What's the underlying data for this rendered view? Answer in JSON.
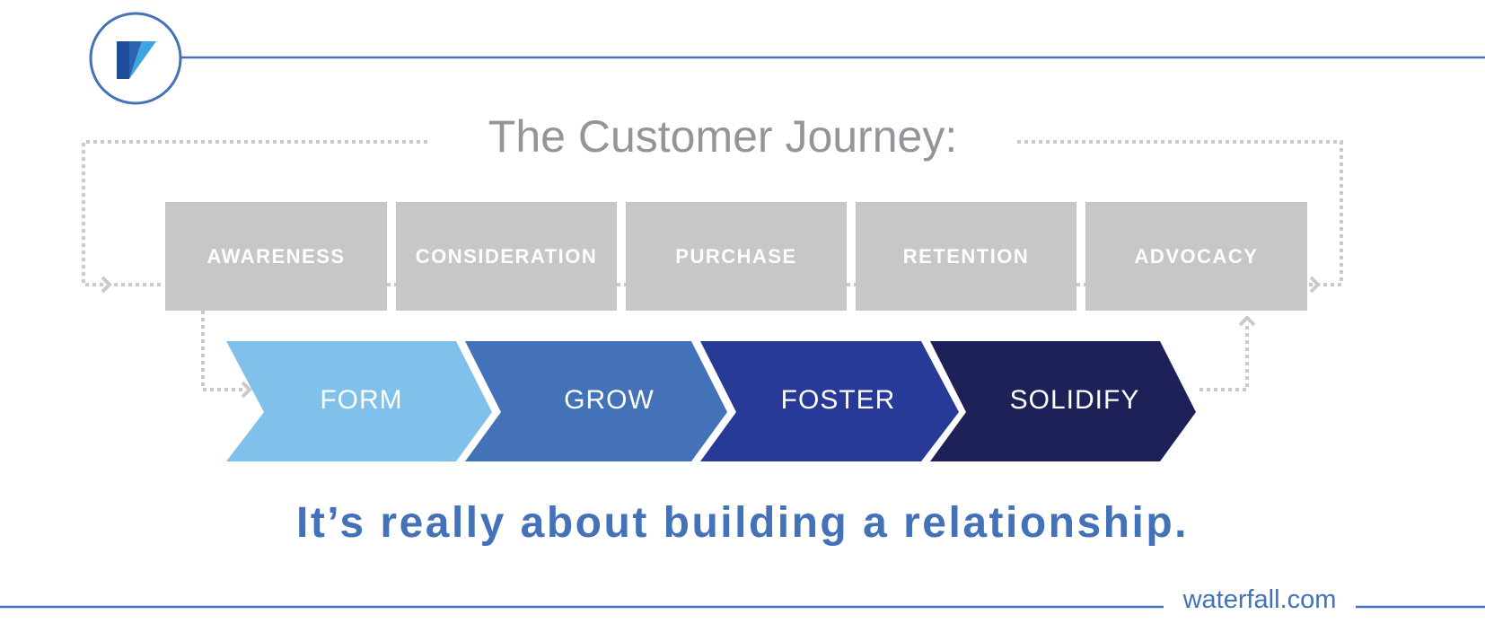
{
  "title": "The Customer Journey:",
  "stages": [
    {
      "label": "AWARENESS"
    },
    {
      "label": "CONSIDERATION"
    },
    {
      "label": "PURCHASE"
    },
    {
      "label": "RETENTION"
    },
    {
      "label": "ADVOCACY"
    }
  ],
  "phases": [
    {
      "label": "FORM",
      "color": "#80c1ec"
    },
    {
      "label": "GROW",
      "color": "#4372b8"
    },
    {
      "label": "FOSTER",
      "color": "#283a97"
    },
    {
      "label": "SOLIDIFY",
      "color": "#1e2158"
    }
  ],
  "tagline": "It’s really about building a relationship.",
  "footer": {
    "url": "waterfall.com"
  },
  "colors": {
    "accent_blue": "#4472b8",
    "stage_gray": "#c6c7c9",
    "title_gray": "#939598",
    "dotted_gray": "#c9cacc"
  },
  "logo": {
    "icon": "waterfall-logo-icon"
  }
}
